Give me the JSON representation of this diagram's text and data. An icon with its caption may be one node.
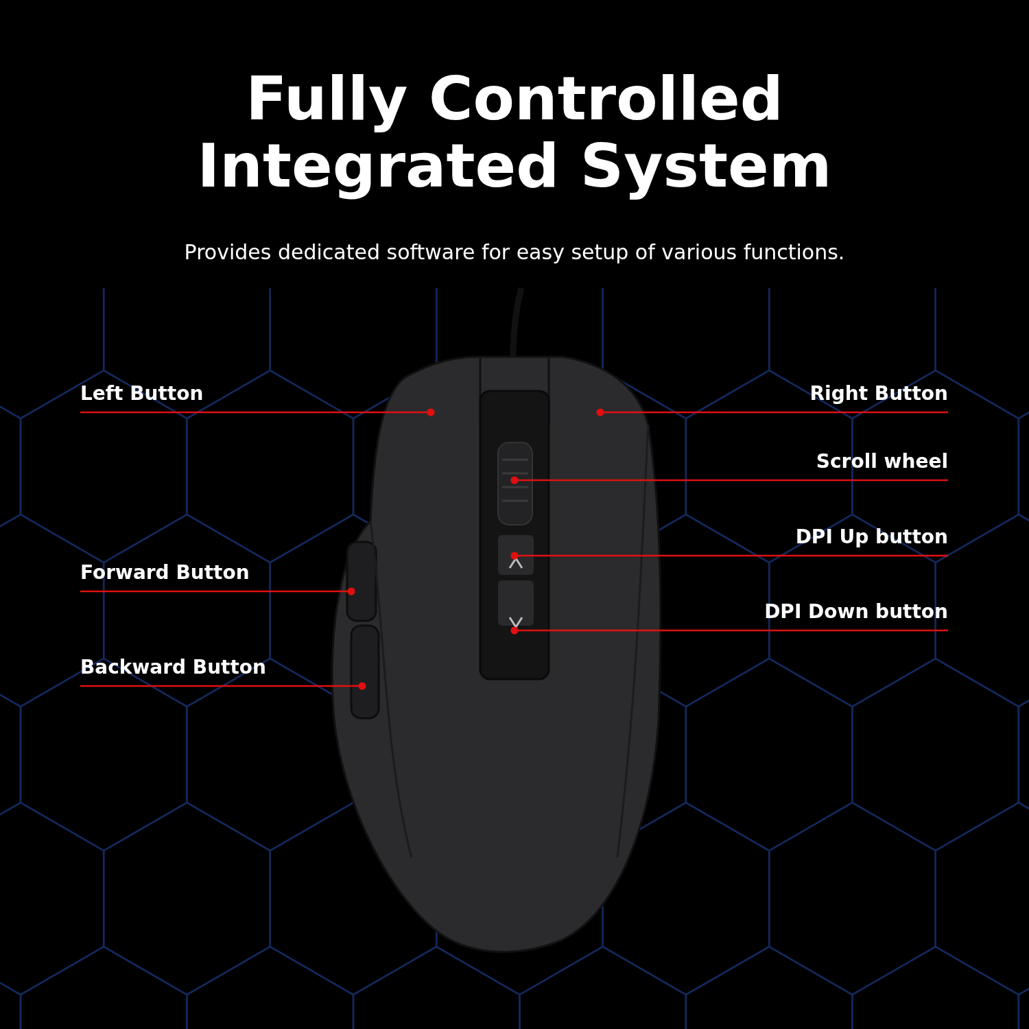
{
  "diagram": {
    "title": "Fully Controlled Integrated System",
    "nodes": [
      {
        "text": [
          "Left Button"
        ]
      },
      {
        "text": [
          "Right Button"
        ]
      },
      {
        "text": [
          "Scroll wheel"
        ]
      },
      {
        "text": [
          "DPI Up button"
        ]
      },
      {
        "text": [
          "Forward Button"
        ]
      },
      {
        "text": [
          "DPI Down button"
        ]
      },
      {
        "text": [
          "Backward Button"
        ]
      }
    ],
    "edges": [
      {
        "from": 0,
        "to": null,
        "arrow": "other"
      },
      {
        "from": 1,
        "to": null,
        "arrow": "other"
      },
      {
        "from": 2,
        "to": null,
        "arrow": "other"
      },
      {
        "from": 3,
        "to": null,
        "arrow": "other"
      },
      {
        "from": 4,
        "to": null,
        "arrow": "other"
      },
      {
        "from": 5,
        "to": null,
        "arrow": "other"
      },
      {
        "from": 6,
        "to": null,
        "arrow": "other"
      }
    ],
    "labels": [
      "Provides dedicated software for easy setup of various functions."
    ]
  }
}
